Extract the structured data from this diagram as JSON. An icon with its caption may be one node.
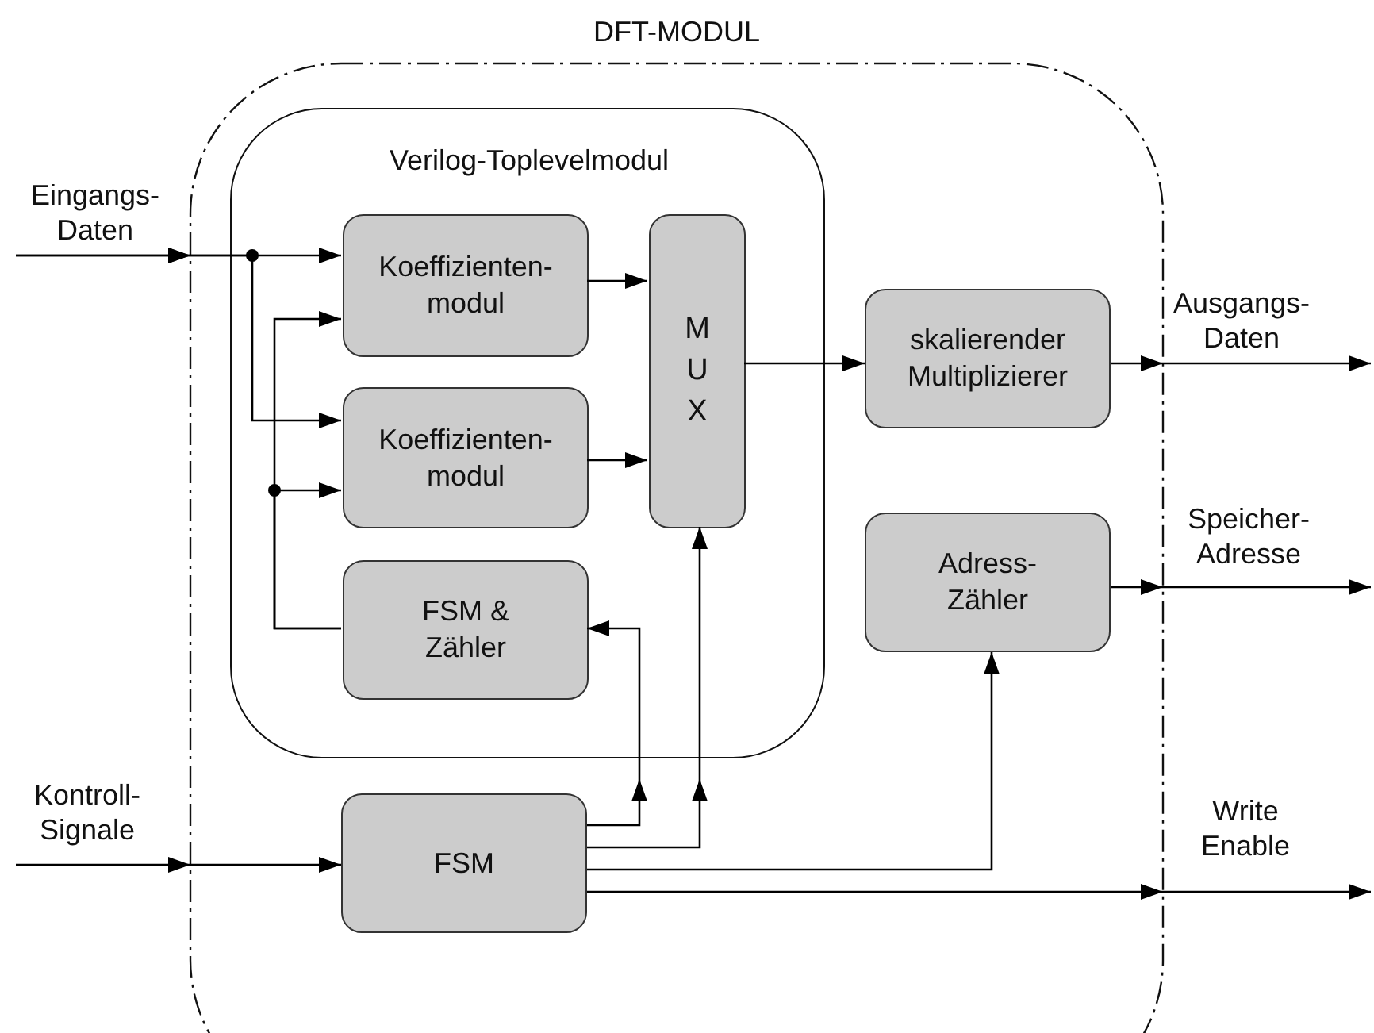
{
  "diagram": {
    "nodes": [
      {
        "text": [
          "DFT-MODUL"
        ]
      },
      {
        "text": [
          "Verilog-Toplevelmodul"
        ],
        "in": 0
      },
      {
        "text": [
          "Koeffizienten- modul"
        ],
        "in": 1
      },
      {
        "text": [
          "Koeffizienten- modul"
        ],
        "in": 1
      },
      {
        "text": [
          "MUX"
        ],
        "in": 1
      },
      {
        "text": [
          "FSM & Zähler"
        ],
        "in": 1
      },
      {
        "text": [
          "skalierender Multiplizierer"
        ],
        "in": 0
      },
      {
        "text": [
          "Adress- Zähler"
        ],
        "in": 0
      },
      {
        "text": [
          "FSM"
        ],
        "in": 0
      }
    ],
    "edges": [
      {
        "from": null,
        "to": 2,
        "arrow": "to",
        "label": "Eingangs- Daten"
      },
      {
        "from": null,
        "to": 3,
        "arrow": "to"
      },
      {
        "from": 5,
        "to": 2,
        "arrow": "to"
      },
      {
        "from": 5,
        "to": 3,
        "arrow": "to"
      },
      {
        "from": 2,
        "to": 4,
        "arrow": "to"
      },
      {
        "from": 3,
        "to": 4,
        "arrow": "to"
      },
      {
        "from": 4,
        "to": 6,
        "arrow": "to"
      },
      {
        "from": 6,
        "to": null,
        "arrow": "to",
        "label": "Ausgangs- Daten"
      },
      {
        "from": 7,
        "to": null,
        "arrow": "to",
        "label": "Speicher- Adresse"
      },
      {
        "from": null,
        "to": 8,
        "arrow": "to",
        "label": "Kontroll- Signale"
      },
      {
        "from": 8,
        "to": 5,
        "arrow": "to"
      },
      {
        "from": 8,
        "to": 4,
        "arrow": "to"
      },
      {
        "from": 8,
        "to": 7,
        "arrow": "to"
      },
      {
        "from": 8,
        "to": null,
        "arrow": "to",
        "label": "Write Enable"
      }
    ]
  }
}
